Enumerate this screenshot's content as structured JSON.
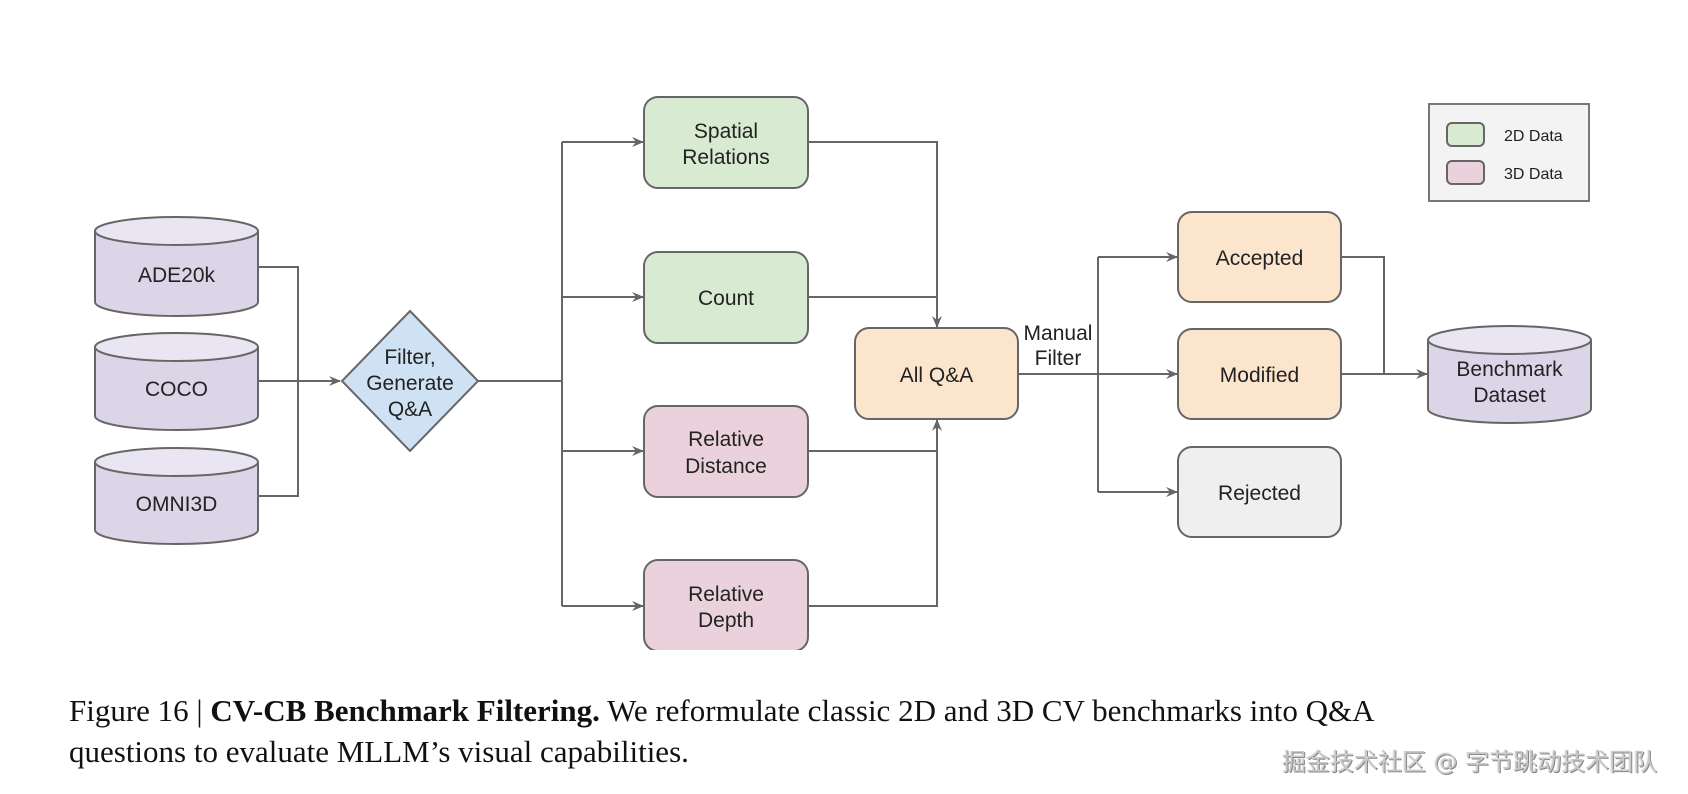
{
  "figure": {
    "sources": [
      {
        "label": "ADE20k"
      },
      {
        "label": "COCO"
      },
      {
        "label": "OMNI3D"
      }
    ],
    "filter_step": {
      "lines": [
        "Filter,",
        "Generate",
        "Q&A"
      ]
    },
    "tasks": [
      {
        "lines": [
          "Spatial",
          "Relations"
        ],
        "kind": "2D"
      },
      {
        "lines": [
          "Count"
        ],
        "kind": "2D"
      },
      {
        "lines": [
          "Relative",
          "Distance"
        ],
        "kind": "3D"
      },
      {
        "lines": [
          "Relative",
          "Depth"
        ],
        "kind": "3D"
      }
    ],
    "aggregate": {
      "label": "All Q&A"
    },
    "edge_label": {
      "lines": [
        "Manual",
        "Filter"
      ]
    },
    "outcomes": [
      {
        "label": "Accepted"
      },
      {
        "label": "Modified"
      },
      {
        "label": "Rejected"
      }
    ],
    "output": {
      "lines": [
        "Benchmark",
        "Dataset"
      ]
    },
    "legend": [
      {
        "label": "2D Data",
        "color": "#d9ead3"
      },
      {
        "label": "3D Data",
        "color": "#ead1dc"
      }
    ],
    "colors": {
      "dataset": "#dcd5e8",
      "dataset_top": "#e9e5f2",
      "filter": "#cfe2f3",
      "task_2d": "#d9ead3",
      "task_3d": "#ead1dc",
      "aggregate": "#fce5cd",
      "rejected": "#efefef",
      "stroke": "#666666"
    }
  },
  "caption": {
    "prefix": "Figure 16 | ",
    "title": "CV-CB Benchmark Filtering.",
    "line1_rest": " We reformulate classic 2D and 3D CV benchmarks into Q&A",
    "line2": "questions to evaluate MLLM’s visual capabilities."
  },
  "watermark": "掘金技术社区 @ 字节跳动技术团队"
}
